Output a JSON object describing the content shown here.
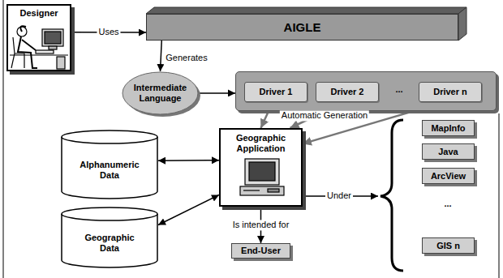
{
  "diagram": {
    "nodes": [
      {
        "text": [
          "Designer"
        ]
      },
      {
        "text": [
          "AIGLE"
        ]
      },
      {
        "text": [
          "Intermediate Language"
        ]
      },
      {
        "text": [
          "..."
        ]
      },
      {
        "text": [
          "Driver 1"
        ],
        "in": 3
      },
      {
        "text": [
          "Driver 2"
        ],
        "in": 3
      },
      {
        "text": [
          "Driver n"
        ],
        "in": 3
      },
      {
        "text": [
          "Alphanumeric Data"
        ]
      },
      {
        "text": [
          "Geographic Application"
        ]
      },
      {
        "text": [
          "Geographic Data"
        ]
      },
      {
        "text": [
          "End-User"
        ]
      },
      {
        "text": [
          "MapInfo"
        ]
      },
      {
        "text": [
          "Java"
        ]
      },
      {
        "text": [
          "ArcView"
        ]
      },
      {
        "text": [
          "GIS n"
        ]
      }
    ],
    "edges": [
      {
        "from": 0,
        "to": 1,
        "arrow": "to",
        "label": "Uses"
      },
      {
        "from": 1,
        "to": 2,
        "arrow": "to",
        "label": "Generates"
      },
      {
        "from": 2,
        "to": 3,
        "arrow": "to"
      },
      {
        "from": 4,
        "to": 8,
        "arrow": "to"
      },
      {
        "from": 5,
        "to": 8,
        "arrow": "to",
        "label": "Automatic Generation"
      },
      {
        "from": 6,
        "to": 8,
        "arrow": "to"
      },
      {
        "from": 7,
        "to": 8,
        "arrow": "both"
      },
      {
        "from": 8,
        "to": 9,
        "arrow": "both"
      },
      {
        "from": 8,
        "to": 10,
        "arrow": "to",
        "label": "Is intended for"
      }
    ],
    "labels": [
      "Under",
      "..."
    ]
  }
}
